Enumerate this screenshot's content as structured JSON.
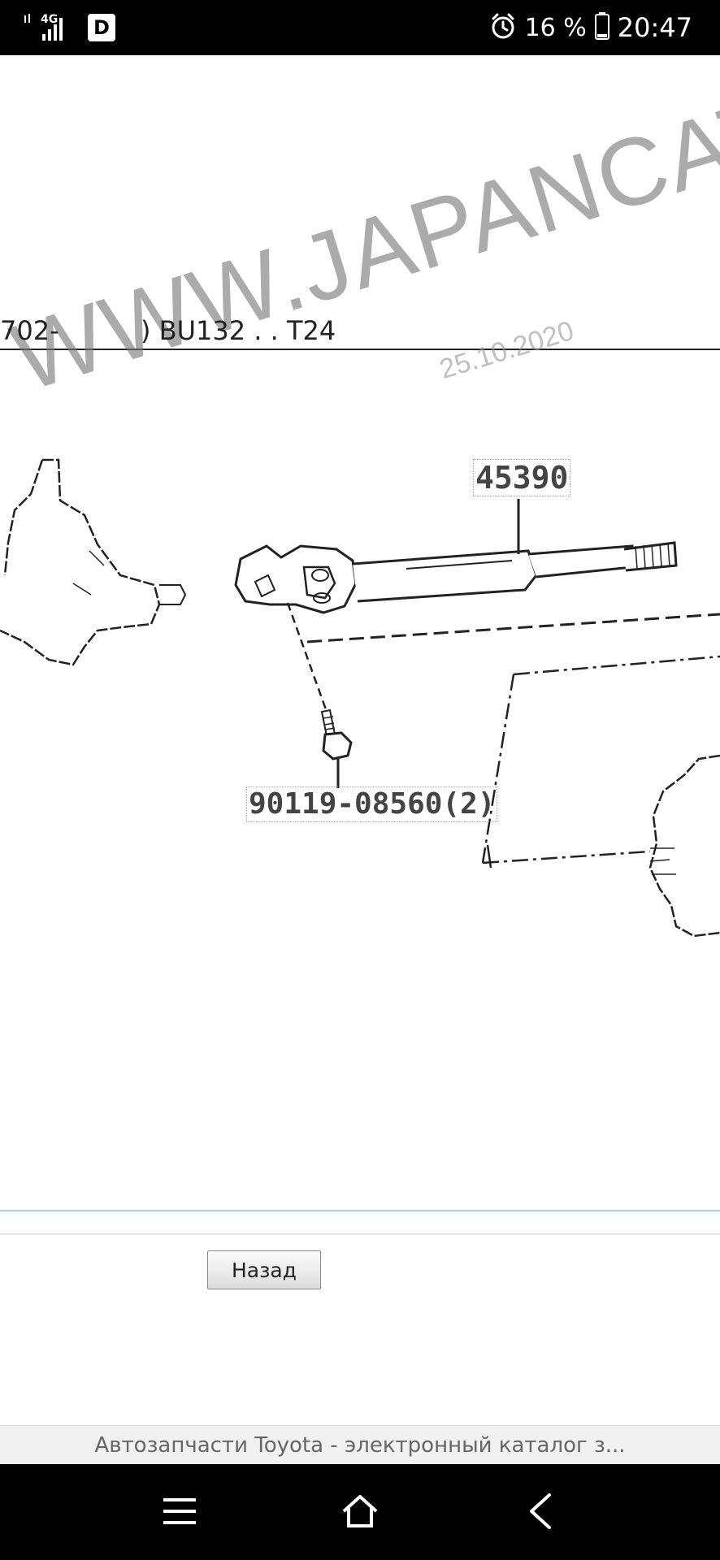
{
  "status_bar": {
    "network": "4G",
    "sim_badge": "D",
    "battery_percent": "16 %",
    "time": "20:47",
    "icons": [
      "signal-icon",
      "alarm-icon",
      "battery-icon"
    ]
  },
  "diagram": {
    "header_left": "702-",
    "header_right": ") BU132 . . T24",
    "watermark": "WWW.JAPANCAT",
    "watermark_date": "25.10.2020",
    "parts": [
      {
        "number": "45390"
      },
      {
        "number": "90119-08560(2)"
      }
    ]
  },
  "actions": {
    "back_label": "Назад"
  },
  "browser": {
    "page_title": "Автозапчасти Toyota - электронный каталог з..."
  },
  "nav_bar": {
    "icons": [
      "menu-icon",
      "home-icon",
      "back-arrow-icon"
    ]
  },
  "colors": {
    "status_bar_bg": "#000000",
    "divider_blue": "#a8d4dc",
    "title_bar_bg": "#f1f1f1"
  }
}
